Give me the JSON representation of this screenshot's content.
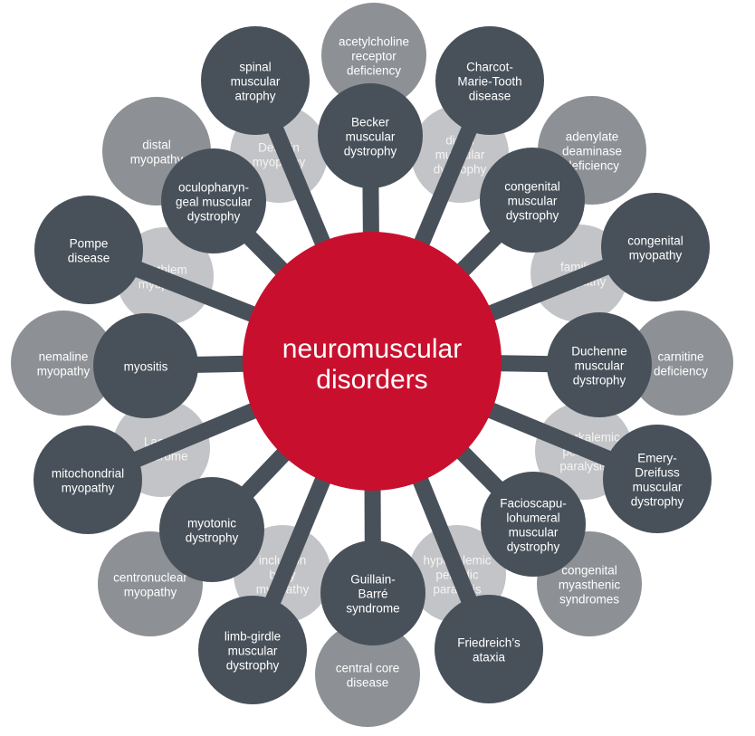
{
  "colors": {
    "center": "#c8102e",
    "dark": "#48515a",
    "gray": "#8d9095",
    "light": "#c3c4c7",
    "text_light": "#ffffff",
    "text_on_light": "#f4f4f4"
  },
  "center": {
    "lines": [
      "neuromuscular",
      "disorders"
    ]
  },
  "nodes": [
    {
      "id": "spinal-muscular-atrophy",
      "style": "dark",
      "layer": "outer",
      "lines": [
        "spinal",
        "muscular",
        "atrophy"
      ]
    },
    {
      "id": "acetylcholine-receptor-deficiency",
      "style": "gray",
      "layer": "outer",
      "lines": [
        "acetylcholine",
        "receptor",
        "deficiency"
      ]
    },
    {
      "id": "charcot-marie-tooth-disease",
      "style": "dark",
      "layer": "outer",
      "lines": [
        "Charcot-",
        "Marie-Tooth",
        "disease"
      ]
    },
    {
      "id": "distal-myopathy",
      "style": "gray",
      "layer": "outer",
      "lines": [
        "distal",
        "myopathy"
      ]
    },
    {
      "id": "adenylate-deaminase-deficiency",
      "style": "gray",
      "layer": "outer",
      "lines": [
        "adenylate",
        "deaminase",
        "deficiency"
      ]
    },
    {
      "id": "pompe-disease",
      "style": "dark",
      "layer": "outer",
      "lines": [
        "Pompe",
        "disease"
      ]
    },
    {
      "id": "congenital-myopathy",
      "style": "dark",
      "layer": "outer",
      "lines": [
        "congenital",
        "myopathy"
      ]
    },
    {
      "id": "nemaline-myopathy",
      "style": "gray",
      "layer": "outer",
      "lines": [
        "nemaline",
        "myopathy"
      ]
    },
    {
      "id": "carnitine-deficiency",
      "style": "gray",
      "layer": "outer",
      "lines": [
        "carnitine",
        "deficiency"
      ]
    },
    {
      "id": "mitochondrial-myopathy",
      "style": "dark",
      "layer": "outer",
      "lines": [
        "mitochondrial",
        "myopathy"
      ]
    },
    {
      "id": "emery-dreifuss-muscular-dystrophy",
      "style": "dark",
      "layer": "outer",
      "lines": [
        "Emery-",
        "Dreifuss",
        "muscular",
        "dystrophy"
      ]
    },
    {
      "id": "centronuclear-myopathy",
      "style": "gray",
      "layer": "outer",
      "lines": [
        "centronuclear",
        "myopathy"
      ]
    },
    {
      "id": "congenital-myasthenic-syndromes",
      "style": "gray",
      "layer": "outer",
      "lines": [
        "congenital",
        "myasthenic",
        "syndromes"
      ]
    },
    {
      "id": "limb-girdle-muscular-dystrophy",
      "style": "dark",
      "layer": "outer",
      "lines": [
        "limb-girdle",
        "muscular",
        "dystrophy"
      ]
    },
    {
      "id": "central-core-disease",
      "style": "gray",
      "layer": "outer",
      "lines": [
        "central core",
        "disease"
      ]
    },
    {
      "id": "friedreichs-ataxia",
      "style": "dark",
      "layer": "outer",
      "lines": [
        "Friedreich’s",
        "ataxia"
      ]
    },
    {
      "id": "desmin-myopathy",
      "style": "light",
      "layer": "hidden",
      "lines": [
        "Desmin",
        "myopathy"
      ]
    },
    {
      "id": "distal-muscular-dystrophy",
      "style": "light",
      "layer": "hidden",
      "lines": [
        "distal",
        "muscular",
        "dystrophy"
      ]
    },
    {
      "id": "bethlem-myopathy",
      "style": "light",
      "layer": "hidden",
      "lines": [
        "Bethlem",
        "myopathy"
      ]
    },
    {
      "id": "familial-myopathy",
      "style": "light",
      "layer": "hidden",
      "lines": [
        "familial",
        "myopathy"
      ]
    },
    {
      "id": "lac-syndrome",
      "style": "light",
      "layer": "hidden",
      "lines": [
        "Lac St",
        "syndrome"
      ]
    },
    {
      "id": "hyperkalemic-periodic-paralysis",
      "style": "light",
      "layer": "hidden",
      "lines": [
        "hyperkalemic",
        "periodic",
        "paralysis"
      ]
    },
    {
      "id": "inclusion-body-myopathy",
      "style": "light",
      "layer": "hidden",
      "lines": [
        "inclusion",
        "body",
        "myopathy"
      ]
    },
    {
      "id": "hypokalemic-periodic-paralysis",
      "style": "light",
      "layer": "hidden",
      "lines": [
        "hypokalemic",
        "periodic",
        "paralysis"
      ]
    },
    {
      "id": "becker-muscular-dystrophy",
      "style": "dark",
      "layer": "inner",
      "lines": [
        "Becker",
        "muscular",
        "dystrophy"
      ]
    },
    {
      "id": "oculopharyngeal-muscular-dystrophy",
      "style": "dark",
      "layer": "inner",
      "lines": [
        "oculopharyn-",
        "geal muscular",
        "dystrophy"
      ]
    },
    {
      "id": "congenital-muscular-dystrophy",
      "style": "dark",
      "layer": "inner",
      "lines": [
        "congenital",
        "muscular",
        "dystrophy"
      ]
    },
    {
      "id": "myositis",
      "style": "dark",
      "layer": "inner",
      "lines": [
        "myositis"
      ]
    },
    {
      "id": "duchenne-muscular-dystrophy",
      "style": "dark",
      "layer": "inner",
      "lines": [
        "Duchenne",
        "muscular",
        "dystrophy"
      ]
    },
    {
      "id": "myotonic-dystrophy",
      "style": "dark",
      "layer": "inner",
      "lines": [
        "myotonic",
        "dystrophy"
      ]
    },
    {
      "id": "facioscapulohumeral-muscular-dystrophy",
      "style": "dark",
      "layer": "inner",
      "lines": [
        "Facioscapu-",
        "lohumeral",
        "muscular",
        "dystrophy"
      ]
    },
    {
      "id": "guillain-barre-syndrome",
      "style": "dark",
      "layer": "inner",
      "lines": [
        "Guillain-",
        "Barré",
        "syndrome"
      ]
    }
  ]
}
